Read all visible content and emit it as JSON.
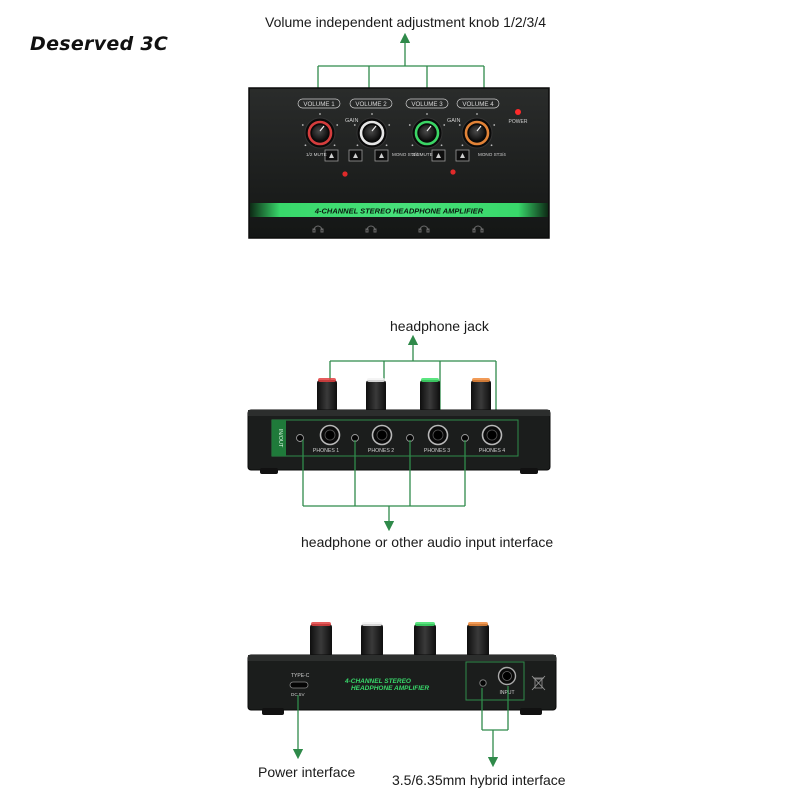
{
  "brand": "Deserved 3C",
  "callouts": {
    "volume_knob": "Volume independent adjustment knob 1/2/3/4",
    "headphone_jack": "headphone jack",
    "audio_input": "headphone or other audio input interface",
    "power": "Power interface",
    "hybrid": "3.5/6.35mm hybrid interface"
  },
  "top_panel": {
    "volumes": [
      "VOLUME 1",
      "VOLUME 2",
      "VOLUME 3",
      "VOLUME 4"
    ],
    "gain": "GAIN",
    "power": "POWER",
    "mute_left": "1/2 MUTE",
    "mute_right": "3/4 MUTE",
    "mode_left": "MONO ST1/2",
    "mode_right": "MONO ST3/4",
    "product_name": "4-CHANNEL STEREO HEADPHONE AMPLIFIER",
    "knob_colors": [
      "#e04040",
      "#f2f2f2",
      "#3ee06a",
      "#ee8a3a"
    ]
  },
  "front_panel": {
    "side_label": "IN/OUT",
    "jacks": [
      "PHONES 1",
      "PHONES 2",
      "PHONES 3",
      "PHONES 4"
    ]
  },
  "rear_panel": {
    "port": "TYPE-C",
    "port_sub": "DC 5V",
    "product_name_l1": "4-CHANNEL STEREO",
    "product_name_l2": "HEADPHONE AMPLIFIER",
    "input": "INPUT"
  },
  "colors": {
    "accent": "#2f8a4a",
    "device": "#1b1d1c",
    "glow": "#38d86a"
  }
}
